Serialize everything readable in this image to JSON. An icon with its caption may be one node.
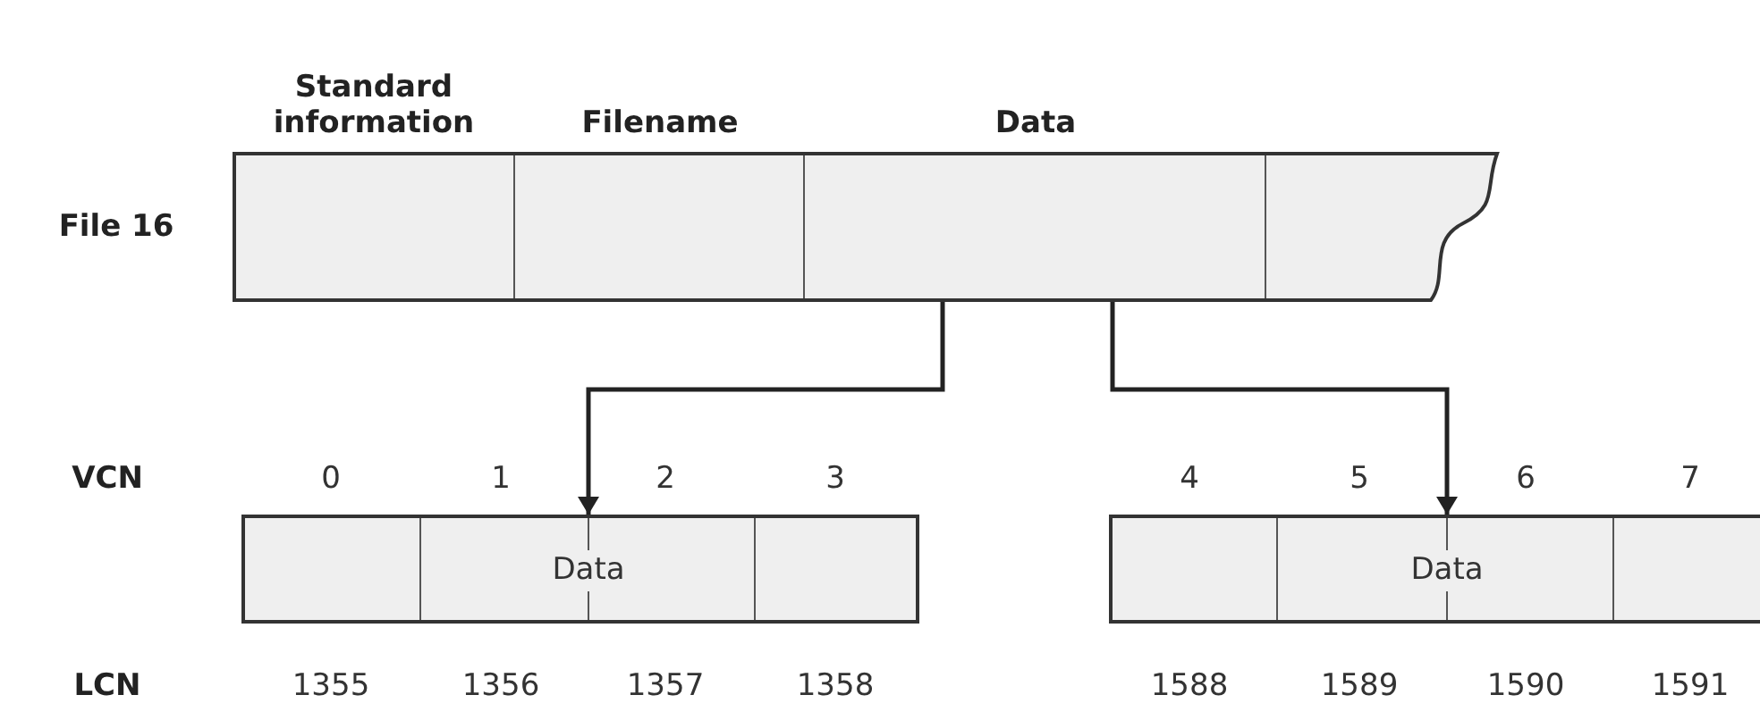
{
  "diagram": {
    "nodes": [
      {
        "text": [],
        "shape": "box",
        "beside": [
          "File 16"
        ]
      },
      {
        "text": [
          "Standard information"
        ],
        "in": 0
      },
      {
        "text": [
          "Filename"
        ],
        "in": 0
      },
      {
        "text": [
          "Data"
        ],
        "in": 0
      },
      {
        "text": [],
        "shape": "box",
        "in": 0
      },
      {
        "text": [
          "Data"
        ]
      },
      {
        "text": [
          "Data"
        ]
      }
    ],
    "edges": [
      {
        "from": 3,
        "to": 5,
        "arrow": "to"
      },
      {
        "from": 3,
        "to": 6,
        "arrow": "to"
      }
    ],
    "labels": [
      "VCN",
      "0",
      "1",
      "2",
      "3",
      "4",
      "5",
      "6",
      "7",
      "LCN",
      "1355",
      "1356",
      "1357",
      "1358",
      "1588",
      "1589",
      "1590",
      "1591"
    ]
  }
}
